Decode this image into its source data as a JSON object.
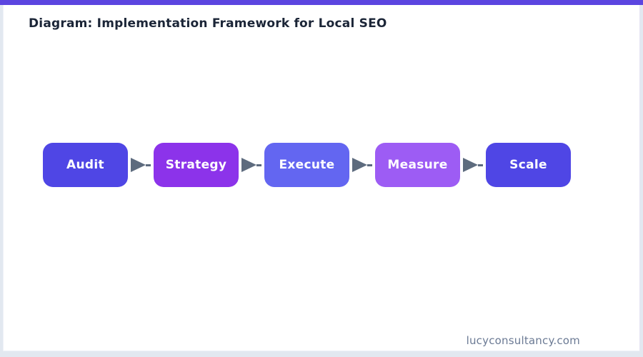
{
  "header": {
    "title": "Diagram: Implementation Framework for Local SEO"
  },
  "diagram": {
    "type": "flow",
    "steps": [
      {
        "label": "Audit",
        "color": "#4f46e5"
      },
      {
        "label": "Strategy",
        "color": "#8c33ea"
      },
      {
        "label": "Execute",
        "color": "#6366f1"
      },
      {
        "label": "Measure",
        "color": "#9d5cf4"
      },
      {
        "label": "Scale",
        "color": "#4f46e5"
      }
    ],
    "arrow_color": "#5d6b7e"
  },
  "footer": {
    "website": "lucyconsultancy.com"
  },
  "colors": {
    "accent_bar": "#5b45e0",
    "title_text": "#1b2537",
    "footer_text": "#6b7a94",
    "card_background": "#ffffff",
    "page_background": "#e2e8f0"
  }
}
